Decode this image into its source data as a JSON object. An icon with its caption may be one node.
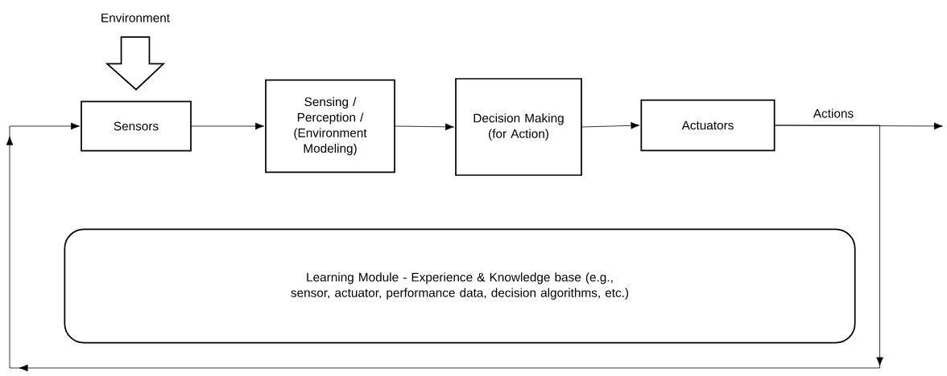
{
  "diagram": {
    "nodes": [
      {
        "text": [
          "Environment"
        ]
      },
      {
        "text": [
          "Sensors"
        ]
      },
      {
        "text": [
          "Sensing / Perception / (Environment Modeling)"
        ]
      },
      {
        "text": [
          "Decision Making (for Action)"
        ]
      },
      {
        "text": [
          "Actuators"
        ]
      },
      {
        "text": [
          "Learning Module - Experience & Knowledge base (e.g., sensor, actuator, performance data, decision algorithms, etc.)"
        ]
      }
    ],
    "edges": [
      {
        "from": 0,
        "to": 1,
        "arrow": "to",
        "style": "thick"
      },
      {
        "from": 1,
        "to": 2,
        "arrow": "to"
      },
      {
        "from": 2,
        "to": 3,
        "arrow": "to"
      },
      {
        "from": 3,
        "to": 4,
        "arrow": "to"
      },
      {
        "from": 4,
        "to": null,
        "arrow": "to",
        "label": "Actions"
      },
      {
        "from": 4,
        "to": 1,
        "arrow": "to"
      }
    ]
  }
}
